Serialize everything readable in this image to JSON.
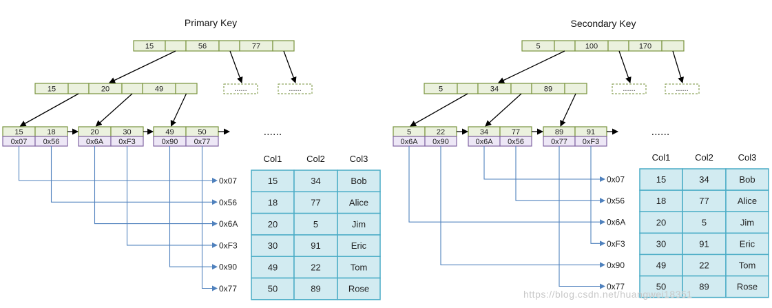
{
  "left": {
    "title": "Primary Key",
    "root": [
      "15",
      "56",
      "77"
    ],
    "internal": [
      "15",
      "20",
      "49"
    ],
    "leaves": [
      {
        "keys": [
          "15",
          "18"
        ],
        "ptrs": [
          "0x07",
          "0x56"
        ]
      },
      {
        "keys": [
          "20",
          "30"
        ],
        "ptrs": [
          "0x6A",
          "0xF3"
        ]
      },
      {
        "keys": [
          "49",
          "50"
        ],
        "ptrs": [
          "0x90",
          "0x77"
        ]
      }
    ],
    "links": [
      0,
      1,
      2,
      3,
      4,
      5
    ]
  },
  "right": {
    "title": "Secondary Key",
    "root": [
      "5",
      "100",
      "170"
    ],
    "internal": [
      "5",
      "34",
      "89"
    ],
    "leaves": [
      {
        "keys": [
          "5",
          "22"
        ],
        "ptrs": [
          "0x6A",
          "0x90"
        ]
      },
      {
        "keys": [
          "34",
          "77"
        ],
        "ptrs": [
          "0x6A",
          "0x56"
        ]
      },
      {
        "keys": [
          "89",
          "91"
        ],
        "ptrs": [
          "0x77",
          "0xF3"
        ]
      }
    ],
    "links": [
      2,
      4,
      0,
      1,
      5,
      3
    ]
  },
  "ellipsis_small": "......",
  "ellipsis_large": "......",
  "addresses": [
    "0x07",
    "0x56",
    "0x6A",
    "0xF3",
    "0x90",
    "0x77"
  ],
  "table": {
    "headers": [
      "Col1",
      "Col2",
      "Col3"
    ],
    "rows": [
      [
        "15",
        "34",
        "Bob"
      ],
      [
        "18",
        "77",
        "Alice"
      ],
      [
        "20",
        "5",
        "Jim"
      ],
      [
        "30",
        "91",
        "Eric"
      ],
      [
        "49",
        "22",
        "Tom"
      ],
      [
        "50",
        "89",
        "Rose"
      ]
    ]
  },
  "watermark": "https://blog.csdn.net/huangwei18351",
  "colors": {
    "key_fill": "#ebf1de",
    "key_border": "#77933c",
    "ptr_fill": "#ede7f6",
    "ptr_border": "#8064a2",
    "table_fill": "#d2ebf1",
    "table_border": "#4aacc6",
    "link": "#4f81bd",
    "tree_arrow": "#000000"
  }
}
